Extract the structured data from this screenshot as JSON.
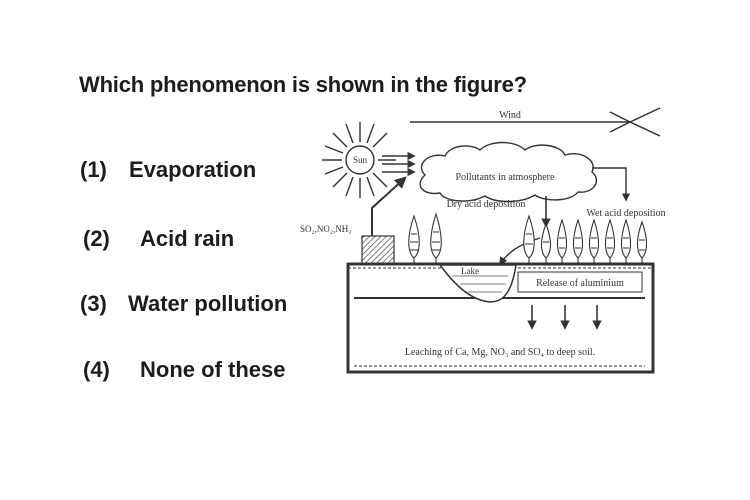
{
  "question": "Which phenomenon is shown in the figure?",
  "options": [
    {
      "num": "(1)",
      "text": "Evaporation"
    },
    {
      "num": "(2)",
      "text": "Acid rain"
    },
    {
      "num": "(3)",
      "text": "Water pollution"
    },
    {
      "num": "(4)",
      "text": "None of these"
    }
  ],
  "diagram": {
    "wind": "Wind",
    "sun": "Sun",
    "pollutants": "Pollutants in atmosphere",
    "dry_deposition": "Dry acid deposition",
    "wet_deposition": "Wet acid deposition",
    "emissions_label": "SO₂,NO₂,NH₃",
    "lake": "Lake",
    "aluminium": "Release of aluminium",
    "leaching": "Leaching of Ca, Mg, NO₃ and SO₄ to deep soil."
  }
}
